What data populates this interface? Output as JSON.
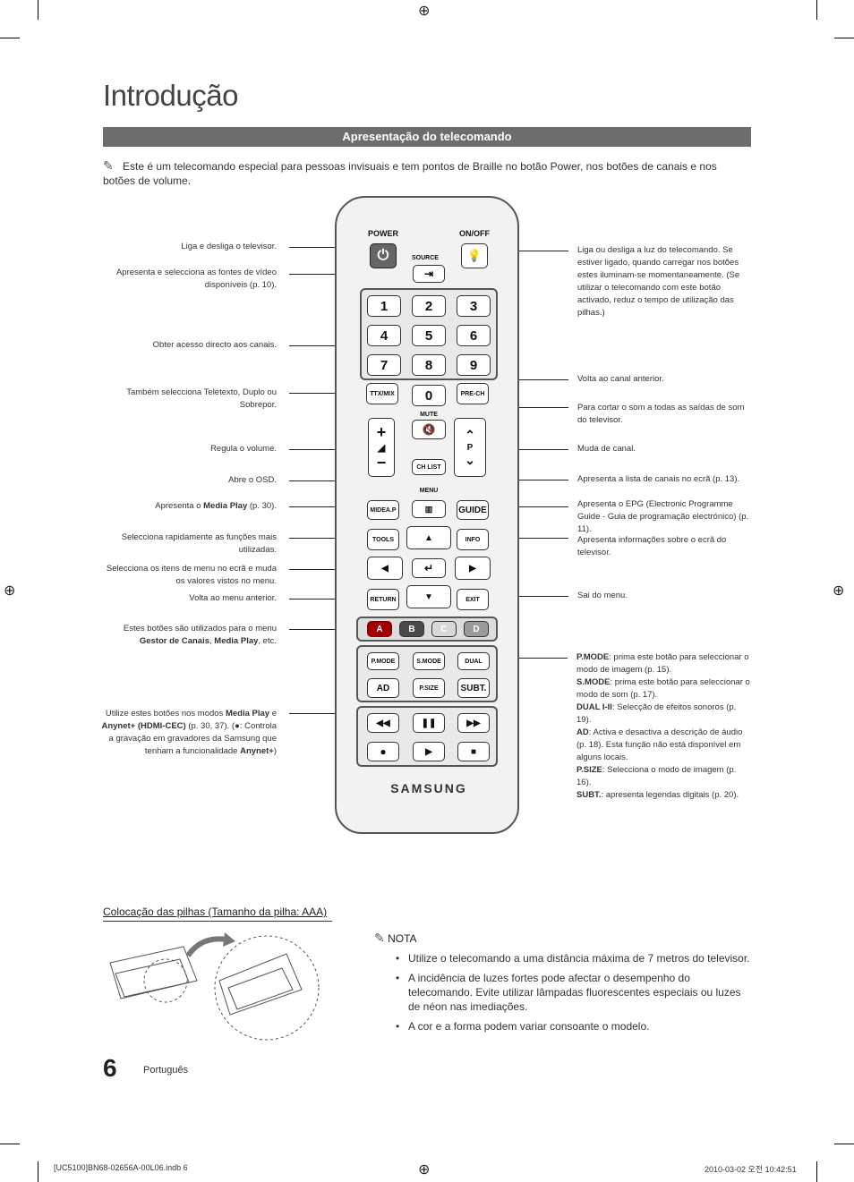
{
  "page": {
    "title": "Introdução",
    "section_bar": "Apresentação do telecomando",
    "intro_note": "Este é um telecomando especial para pessoas invisuais e tem pontos de Braille no botão Power, nos botões de canais e nos botões de volume.",
    "page_number": "6",
    "language": "Português"
  },
  "left_annotations": [
    {
      "text": "Liga e desliga o televisor."
    },
    {
      "text": "Apresenta e selecciona as fontes de vídeo disponíveis (p. 10)."
    },
    {
      "text": "Obter acesso directo aos canais."
    },
    {
      "text": "Também selecciona Teletexto, Duplo ou Sobrepor."
    },
    {
      "text": "Regula o volume."
    },
    {
      "text": "Abre o OSD."
    },
    {
      "pre": "Apresenta o ",
      "bold": "Media Play",
      "post": " (p. 30)."
    },
    {
      "text": "Selecciona rapidamente as funções mais utilizadas."
    },
    {
      "text": "Selecciona os itens de menu no ecrã e muda os valores vistos no menu."
    },
    {
      "text": "Volta ao menu anterior."
    },
    {
      "pre": "Estes botões são utilizados para o menu ",
      "bold": "Gestor de Canais",
      "mid": ", ",
      "bold2": "Media Play",
      "post": ", etc."
    },
    {
      "pre": "Utilize estes botões nos modos ",
      "bold": "Media Play",
      "mid": " e ",
      "bold2": "Anynet+ (HDMI-CEC)",
      "post": " (p. 30, 37). (●: Controla a gravação em gravadores da Samsung que tenham a funcionalidade ",
      "bold3": "Anynet+",
      "post2": ")"
    }
  ],
  "right_annotations": [
    {
      "text": "Liga ou desliga a luz do telecomando. Se estiver ligado, quando carregar nos botões estes iluminam-se momentaneamente. (Se utilizar o telecomando com este botão activado, reduz o tempo de utilização das pilhas.)"
    },
    {
      "text": "Volta ao canal anterior."
    },
    {
      "text": "Para cortar o som a todas as saídas de som do televisor."
    },
    {
      "text": "Muda de canal."
    },
    {
      "text": "Apresenta a lista de canais no ecrã (p. 13)."
    },
    {
      "text": "Apresenta o EPG (Electronic Programme Guide - Guia de programação electrónico) (p. 11)."
    },
    {
      "text": "Apresenta informações sobre o ecrã do televisor."
    },
    {
      "text": "Sai do menu."
    }
  ],
  "mode_annotations": [
    {
      "bold": "P.MODE",
      "text": ": prima este botão para seleccionar o modo de imagem (p. 15)."
    },
    {
      "bold": "S.MODE",
      "text": ": prima este botão para seleccionar o modo de som (p. 17)."
    },
    {
      "bold": "DUAL I-II",
      "text": ": Selecção de efeitos sonoros (p. 19)."
    },
    {
      "bold": "AD",
      "text": ": Activa e desactiva a descrição de áudio (p. 18). Esta função não está disponível em alguns locais."
    },
    {
      "bold": "P.SIZE",
      "text": ": Selecciona o modo de imagem (p. 16)."
    },
    {
      "bold": "SUBT.",
      "text": ": apresenta legendas digitais (p. 20)."
    }
  ],
  "remote": {
    "power_label": "POWER",
    "onoff_label": "ON/OFF",
    "source_label": "SOURCE",
    "numbers": [
      "1",
      "2",
      "3",
      "4",
      "5",
      "6",
      "7",
      "8",
      "9"
    ],
    "zero": "0",
    "ttx_label": "TTX/MIX",
    "prech_label": "PRE-CH",
    "mute_label": "MUTE",
    "p_label": "P",
    "chlist_label": "CH LIST",
    "menu_label": "MENU",
    "mediap_label": "MIDEA.P",
    "guide_label": "GUIDE",
    "tools_label": "TOOLS",
    "info_label": "INFO",
    "return_label": "RETURN",
    "exit_label": "EXIT",
    "color_keys": [
      "A",
      "B",
      "C",
      "D"
    ],
    "mode_keys": [
      "P.MODE",
      "S.MODE",
      "DUAL",
      "AD",
      "P.SIZE",
      "SUBT."
    ],
    "brand": "SAMSUNG"
  },
  "battery": {
    "heading": "Colocação das pilhas (Tamanho da pilha: AAA)",
    "nota_label": "NOTA",
    "notes": [
      "Utilize o telecomando a uma distância máxima de 7 metros do televisor.",
      "A incidência de luzes fortes pode afectar o desempenho do telecomando. Evite utilizar lâmpadas fluorescentes especiais ou luzes de néon nas imediações.",
      "A cor e a forma podem variar consoante o modelo."
    ]
  },
  "footer": {
    "file": "[UC5100]BN68-02656A-00L06.indb   6",
    "timestamp": "2010-03-02   오전 10:42:51"
  },
  "colors": {
    "bar": "#6d6d6d",
    "color_keys": [
      "#a10000",
      "#4a4a4a",
      "#d8d8d8",
      "#9a9a9a"
    ]
  }
}
